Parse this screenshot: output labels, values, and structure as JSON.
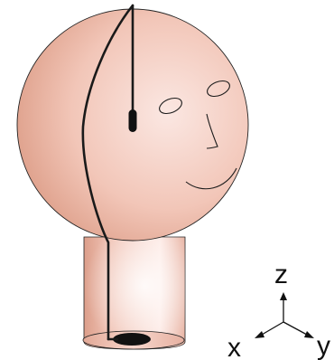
{
  "axes": {
    "z_label": "z",
    "x_label": "x",
    "y_label": "y"
  },
  "colors": {
    "skin_light": "#fbe7e2",
    "skin_mid": "#f2c6b8",
    "skin_dark": "#d9967f",
    "outline": "#1a1a1a",
    "background": "#ffffff"
  }
}
